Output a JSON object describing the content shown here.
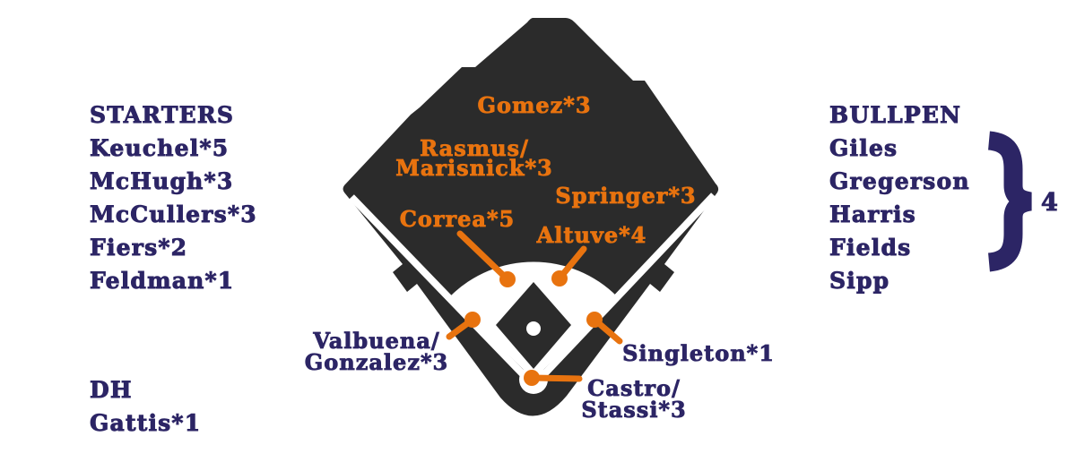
{
  "colors": {
    "navy": "#2c2565",
    "orange": "#e8730f",
    "field": "#2b2b2b",
    "white": "#ffffff"
  },
  "starters": {
    "heading": "STARTERS",
    "players": [
      "Keuchel*5",
      "McHugh*3",
      "McCullers*3",
      "Fiers*2",
      "Feldman*1"
    ]
  },
  "dh": {
    "heading": "DH",
    "players": [
      "Gattis*1"
    ]
  },
  "bullpen": {
    "heading": "BULLPEN",
    "players": [
      "Giles",
      "Gregerson",
      "Harris",
      "Fields",
      "Sipp"
    ],
    "rotation_count": "4"
  },
  "field": {
    "center_field": {
      "label": "Gomez*3"
    },
    "left_field": {
      "line1": "Rasmus/",
      "line2": "Marisnick*3"
    },
    "right_field": {
      "label": "Springer*3"
    },
    "shortstop": {
      "label": "Correa*5"
    },
    "second_base": {
      "label": "Altuve*4"
    },
    "third_base": {
      "line1": "Valbuena/",
      "line2": "Gonzalez*3"
    },
    "first_base": {
      "label": "Singleton*1"
    },
    "catcher": {
      "line1": "Castro/",
      "line2": "Stassi*3"
    }
  }
}
